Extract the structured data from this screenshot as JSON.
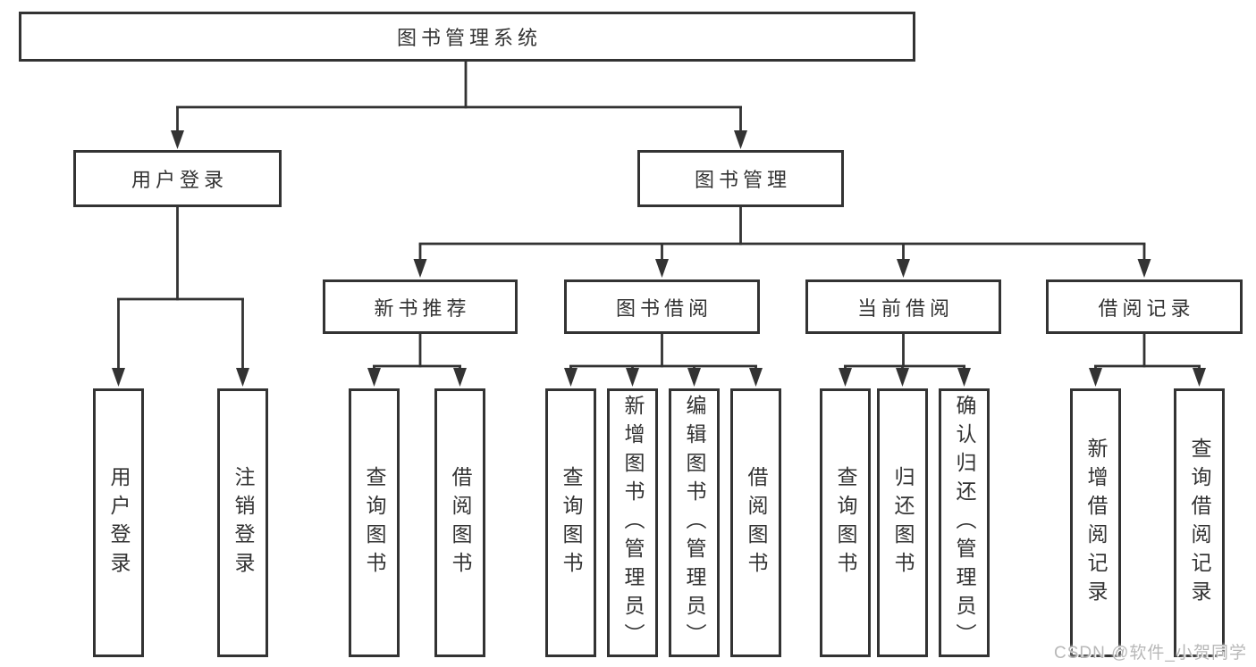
{
  "diagram": {
    "type": "tree",
    "root": {
      "label": "图书管理系统"
    },
    "level2": [
      {
        "id": "user-login",
        "label": "用户登录",
        "parent": "图书管理系统"
      },
      {
        "id": "book-management",
        "label": "图书管理",
        "parent": "图书管理系统"
      }
    ],
    "level3": [
      {
        "id": "new-book-recommend",
        "label": "新书推荐",
        "parent": "图书管理"
      },
      {
        "id": "book-borrowing",
        "label": "图书借阅",
        "parent": "图书管理"
      },
      {
        "id": "current-borrowing",
        "label": "当前借阅",
        "parent": "图书管理"
      },
      {
        "id": "borrowing-records",
        "label": "借阅记录",
        "parent": "图书管理"
      }
    ],
    "leaves": [
      {
        "parent": "用户登录",
        "label": "用户登录"
      },
      {
        "parent": "用户登录",
        "label": "注销登录"
      },
      {
        "parent": "新书推荐",
        "label": "查询图书"
      },
      {
        "parent": "新书推荐",
        "label": "借阅图书"
      },
      {
        "parent": "图书借阅",
        "label": "查询图书"
      },
      {
        "parent": "图书借阅",
        "label": "新增图书（管理员）"
      },
      {
        "parent": "图书借阅",
        "label": "编辑图书（管理员）"
      },
      {
        "parent": "图书借阅",
        "label": "借阅图书"
      },
      {
        "parent": "当前借阅",
        "label": "查询图书"
      },
      {
        "parent": "当前借阅",
        "label": "归还图书"
      },
      {
        "parent": "当前借阅",
        "label": "确认归还（管理员）"
      },
      {
        "parent": "借阅记录",
        "label": "新增借阅记录"
      },
      {
        "parent": "借阅记录",
        "label": "查询借阅记录"
      }
    ],
    "colors": {
      "line": "#333333",
      "text": "#333333",
      "box_background": "#ffffff"
    }
  },
  "watermark": {
    "text": "CSDN @软件_小贺同学",
    "color": "#b8b8b8"
  }
}
